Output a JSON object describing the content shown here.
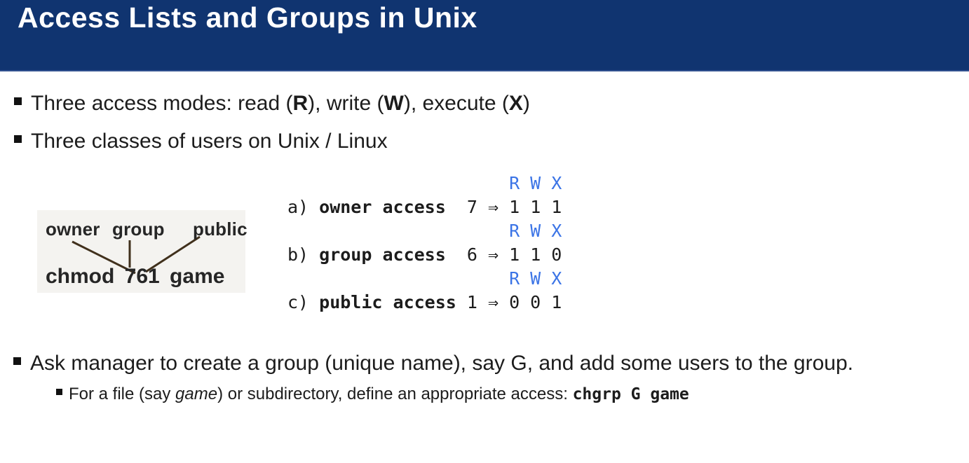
{
  "slide": {
    "title": "Access Lists and Groups in Unix"
  },
  "bullets": {
    "b1": {
      "parts": [
        "Three access modes: read (",
        "R",
        "), write (",
        "W",
        "), execute (",
        "X",
        ")"
      ]
    },
    "b2": "Three classes of users on Unix / Linux",
    "b3": "Ask manager to create a group (unique name), say G, and add some users to the group.",
    "sub": {
      "pre": "For a file (say ",
      "italic": "game",
      "mid": ") or subdirectory, define an appropriate access: ",
      "code": "chgrp G game"
    }
  },
  "diagram": {
    "top_labels": [
      "owner",
      "group",
      "public"
    ],
    "command": "chmod 761 game"
  },
  "mono": {
    "header": "                     R W X",
    "rows": [
      {
        "prefix": "a) ",
        "label": "owner access",
        "rest": "  7 ⇒ 1 1 1"
      },
      {
        "prefix": "b) ",
        "label": "group access",
        "rest": "  6 ⇒ 1 1 0"
      },
      {
        "prefix": "c) ",
        "label": "public access",
        "rest": " 1 ⇒ 0 0 1"
      }
    ]
  },
  "colors": {
    "header_bg": "#103470",
    "header_edge": "#30508f",
    "rwx_blue": "#3b74e6",
    "text": "#1c1c1c",
    "diagram_bg": "#f4f3f0",
    "diagram_line": "#40301c"
  }
}
